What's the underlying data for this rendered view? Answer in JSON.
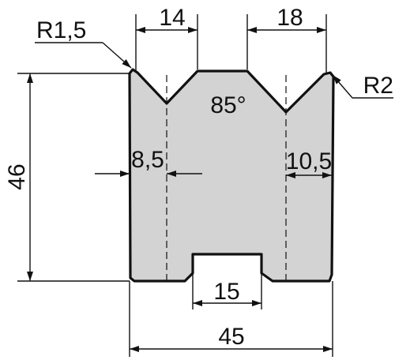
{
  "labels": {
    "radius_left": "R1,5",
    "radius_right": "R2",
    "width_left_opening": "14",
    "width_right_opening": "18",
    "angle": "85°",
    "height": "46",
    "offset_left": "8,5",
    "offset_right": "10,5",
    "slot_width": "15",
    "total_width": "45"
  },
  "colors": {
    "body_fill": "#d3d3d3",
    "stroke": "#111111",
    "background": "#ffffff"
  }
}
